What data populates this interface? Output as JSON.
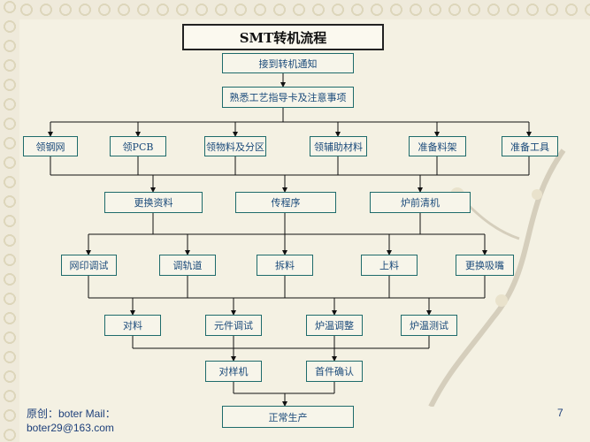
{
  "title": "SMT转机流程",
  "steps": {
    "receive_notice": "接到转机通知",
    "familiarize": "熟悉工艺指导卡及注意事项",
    "get_stencil": "领钢网",
    "get_pcb": "领PCB",
    "get_materials": "领物料及分区",
    "get_aux": "领辅助材料",
    "prep_rack": "准备料架",
    "prep_tools": "准备工具",
    "change_data": "更换资料",
    "transfer_program": "传程序",
    "clean_oven": "炉前清机",
    "adjust_printer": "网印调试",
    "adjust_rail": "调轨道",
    "remove_material": "拆料",
    "load_material": "上料",
    "change_nozzle": "更换吸嘴",
    "check_material": "对料",
    "adjust_component": "元件调试",
    "adjust_oven_temp": "炉温调整",
    "test_oven_temp": "炉温测试",
    "check_sample": "对样机",
    "first_article": "首件确认",
    "production": "正常生产"
  },
  "footer": {
    "line1": "原创：boter    Mail：",
    "line2": "boter29@163.com",
    "page": "7"
  }
}
